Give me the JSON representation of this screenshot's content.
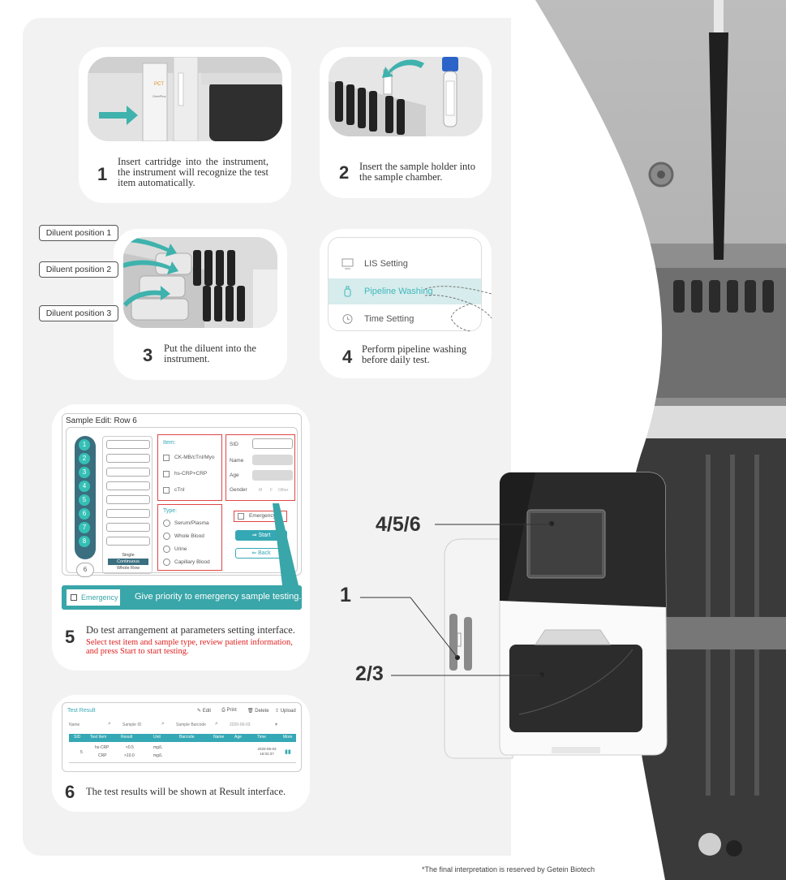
{
  "steps": [
    {
      "num": "1",
      "text": "Insert cartridge into the instrument, the instrument will recognize the test item automatically."
    },
    {
      "num": "2",
      "text": "Insert the sample holder into the sample chamber."
    },
    {
      "num": "3",
      "text": "Put the diluent into the instrument."
    },
    {
      "num": "4",
      "text": "Perform pipeline washing before daily test."
    },
    {
      "num": "5",
      "text": "Do test arrangement at parameters setting interface.",
      "note": "Select test item and sample type, review patient information, and press Start to start testing."
    },
    {
      "num": "6",
      "text": "The test results will be shown at Result interface."
    }
  ],
  "diluent_labels": [
    "Diluent position 1",
    "Diluent position 2",
    "Diluent position 3"
  ],
  "cartridge_text": {
    "brand": "PCT",
    "sub": "GetePlus"
  },
  "menu": {
    "items": [
      "LIS Setting",
      "Pipeline Washing",
      "Time Setting"
    ]
  },
  "sample_edit": {
    "title": "Sample Edit: Row 6",
    "rows": [
      "1",
      "2",
      "3",
      "4",
      "5",
      "6",
      "7",
      "8"
    ],
    "current_row": "6",
    "modes": [
      "Single",
      "Continuous",
      "Whole Row"
    ],
    "item_label": "Item:",
    "items": [
      "CK-MB/cTnI/Myo",
      "hs-CRP+CRP",
      "cTnI"
    ],
    "type_label": "Type:",
    "types": [
      "Serum/Plasma",
      "Whole Blood",
      "Urine",
      "Capillary Blood"
    ],
    "fields": [
      "SID",
      "Name",
      "Age",
      "Gender"
    ],
    "gender_options": [
      "M",
      "F",
      "Other"
    ],
    "emergency": "Emergency",
    "start": "⇒ Start",
    "back": "⇐ Back"
  },
  "emergency_callout": {
    "box": "Emergency",
    "text": "Give priority to emergency sample testing."
  },
  "test_result": {
    "title": "Test Result",
    "actions": [
      "Edit",
      "Print",
      "Delete",
      "Upload"
    ],
    "filters": [
      "Name",
      "Sample ID",
      "Sample Barcode",
      "2020-06-03"
    ],
    "columns": [
      "SID",
      "Test Item",
      "Result",
      "Unit",
      "Barcode",
      "Name",
      "Age",
      "Time",
      "More"
    ],
    "row": {
      "sid": "5",
      "items": [
        "hs-CRP",
        "CRP"
      ],
      "results": [
        "<0.5",
        ">10.0"
      ],
      "units": [
        "mg/L",
        "mg/L"
      ],
      "time": "2020-06-03 16:02:37"
    }
  },
  "callouts": [
    "4/5/6",
    "1",
    "2/3"
  ],
  "footnote": "*The final interpretation is reserved by Getein Biotech",
  "colors": {
    "accent": "#3fb7bd",
    "panel": "#f2f2f2",
    "alert": "#e04646",
    "teal_dark": "#3a6f7f"
  }
}
